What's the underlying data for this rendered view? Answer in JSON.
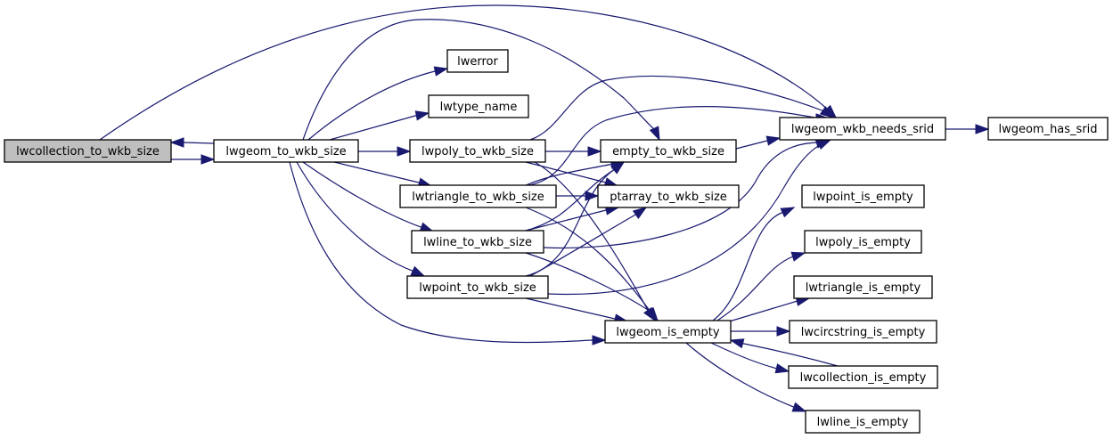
{
  "diagram": {
    "type": "call-graph",
    "colors": {
      "edge": "#191970",
      "node_fill": "#ffffff",
      "root_fill": "#bfbfbf",
      "border": "#000000"
    },
    "nodes": [
      {
        "id": "lwcollection_to_wkb_size",
        "label": "lwcollection_to_wkb_size",
        "root": true
      },
      {
        "id": "lwgeom_to_wkb_size",
        "label": "lwgeom_to_wkb_size"
      },
      {
        "id": "lwerror",
        "label": "lwerror"
      },
      {
        "id": "lwtype_name",
        "label": "lwtype_name"
      },
      {
        "id": "lwpoly_to_wkb_size",
        "label": "lwpoly_to_wkb_size"
      },
      {
        "id": "lwtriangle_to_wkb_size",
        "label": "lwtriangle_to_wkb_size"
      },
      {
        "id": "lwline_to_wkb_size",
        "label": "lwline_to_wkb_size"
      },
      {
        "id": "lwpoint_to_wkb_size",
        "label": "lwpoint_to_wkb_size"
      },
      {
        "id": "empty_to_wkb_size",
        "label": "empty_to_wkb_size"
      },
      {
        "id": "ptarray_to_wkb_size",
        "label": "ptarray_to_wkb_size"
      },
      {
        "id": "lwgeom_is_empty",
        "label": "lwgeom_is_empty"
      },
      {
        "id": "lwgeom_wkb_needs_srid",
        "label": "lwgeom_wkb_needs_srid"
      },
      {
        "id": "lwgeom_has_srid",
        "label": "lwgeom_has_srid"
      },
      {
        "id": "lwpoint_is_empty",
        "label": "lwpoint_is_empty"
      },
      {
        "id": "lwpoly_is_empty",
        "label": "lwpoly_is_empty"
      },
      {
        "id": "lwtriangle_is_empty",
        "label": "lwtriangle_is_empty"
      },
      {
        "id": "lwcircstring_is_empty",
        "label": "lwcircstring_is_empty"
      },
      {
        "id": "lwcollection_is_empty",
        "label": "lwcollection_is_empty"
      },
      {
        "id": "lwline_is_empty",
        "label": "lwline_is_empty"
      }
    ],
    "edges": [
      {
        "from": "lwcollection_to_wkb_size",
        "to": "lwgeom_to_wkb_size"
      },
      {
        "from": "lwcollection_to_wkb_size",
        "to": "lwgeom_wkb_needs_srid"
      },
      {
        "from": "lwgeom_to_wkb_size",
        "to": "lwcollection_to_wkb_size"
      },
      {
        "from": "lwgeom_to_wkb_size",
        "to": "lwerror"
      },
      {
        "from": "lwgeom_to_wkb_size",
        "to": "lwtype_name"
      },
      {
        "from": "lwgeom_to_wkb_size",
        "to": "lwpoly_to_wkb_size"
      },
      {
        "from": "lwgeom_to_wkb_size",
        "to": "lwtriangle_to_wkb_size"
      },
      {
        "from": "lwgeom_to_wkb_size",
        "to": "lwline_to_wkb_size"
      },
      {
        "from": "lwgeom_to_wkb_size",
        "to": "lwpoint_to_wkb_size"
      },
      {
        "from": "lwgeom_to_wkb_size",
        "to": "empty_to_wkb_size"
      },
      {
        "from": "lwgeom_to_wkb_size",
        "to": "lwgeom_is_empty"
      },
      {
        "from": "lwpoly_to_wkb_size",
        "to": "empty_to_wkb_size"
      },
      {
        "from": "lwpoly_to_wkb_size",
        "to": "ptarray_to_wkb_size"
      },
      {
        "from": "lwpoly_to_wkb_size",
        "to": "lwgeom_is_empty"
      },
      {
        "from": "lwpoly_to_wkb_size",
        "to": "lwgeom_wkb_needs_srid"
      },
      {
        "from": "lwtriangle_to_wkb_size",
        "to": "empty_to_wkb_size"
      },
      {
        "from": "lwtriangle_to_wkb_size",
        "to": "ptarray_to_wkb_size"
      },
      {
        "from": "lwtriangle_to_wkb_size",
        "to": "lwgeom_is_empty"
      },
      {
        "from": "lwtriangle_to_wkb_size",
        "to": "lwgeom_wkb_needs_srid"
      },
      {
        "from": "lwline_to_wkb_size",
        "to": "empty_to_wkb_size"
      },
      {
        "from": "lwline_to_wkb_size",
        "to": "ptarray_to_wkb_size"
      },
      {
        "from": "lwline_to_wkb_size",
        "to": "lwgeom_is_empty"
      },
      {
        "from": "lwline_to_wkb_size",
        "to": "lwgeom_wkb_needs_srid"
      },
      {
        "from": "lwpoint_to_wkb_size",
        "to": "empty_to_wkb_size"
      },
      {
        "from": "lwpoint_to_wkb_size",
        "to": "ptarray_to_wkb_size"
      },
      {
        "from": "lwpoint_to_wkb_size",
        "to": "lwgeom_is_empty"
      },
      {
        "from": "lwpoint_to_wkb_size",
        "to": "lwgeom_wkb_needs_srid"
      },
      {
        "from": "empty_to_wkb_size",
        "to": "lwgeom_wkb_needs_srid"
      },
      {
        "from": "lwgeom_wkb_needs_srid",
        "to": "lwgeom_has_srid"
      },
      {
        "from": "lwgeom_is_empty",
        "to": "lwpoint_is_empty"
      },
      {
        "from": "lwgeom_is_empty",
        "to": "lwpoly_is_empty"
      },
      {
        "from": "lwgeom_is_empty",
        "to": "lwtriangle_is_empty"
      },
      {
        "from": "lwgeom_is_empty",
        "to": "lwcircstring_is_empty"
      },
      {
        "from": "lwgeom_is_empty",
        "to": "lwcollection_is_empty"
      },
      {
        "from": "lwgeom_is_empty",
        "to": "lwline_is_empty"
      },
      {
        "from": "lwcollection_is_empty",
        "to": "lwgeom_is_empty"
      }
    ]
  }
}
